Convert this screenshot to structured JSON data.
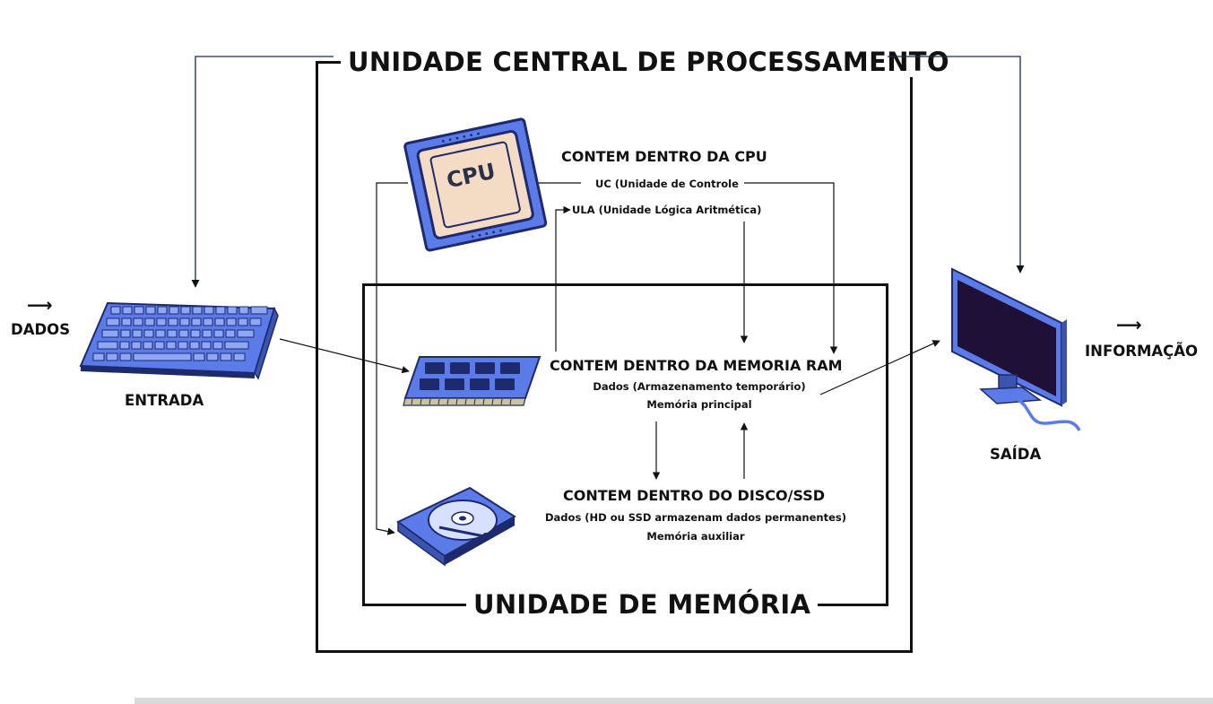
{
  "titles": {
    "cpu_unit": "UNIDADE CENTRAL DE PROCESSAMENTO",
    "memory_unit": "UNIDADE DE MEMÓRIA"
  },
  "cpu": {
    "chip_label": "CPU",
    "heading": "CONTEM DENTRO DA CPU",
    "items": [
      "UC (Unidade de Controle",
      "ULA (Unidade Lógica Aritmética)"
    ]
  },
  "ram": {
    "heading": "CONTEM DENTRO DA MEMORIA RAM",
    "lines": [
      "Dados (Armazenamento temporário)",
      "Memória principal"
    ]
  },
  "disk": {
    "heading": "CONTEM DENTRO DO DISCO/SSD",
    "lines": [
      "Dados (HD ou SSD armazenam dados permanentes)",
      "Memória auxiliar"
    ]
  },
  "input": {
    "arrow": "⟶",
    "label": "DADOS",
    "device_label": "ENTRADA"
  },
  "output": {
    "arrow": "⟶",
    "label": "INFORMAÇÃO",
    "device_label": "SAÍDA"
  },
  "colors": {
    "device_blue": "#5b7be8",
    "device_dark": "#1e2a6e",
    "screen": "#1f1038",
    "connector_line": "#1a2a55"
  }
}
